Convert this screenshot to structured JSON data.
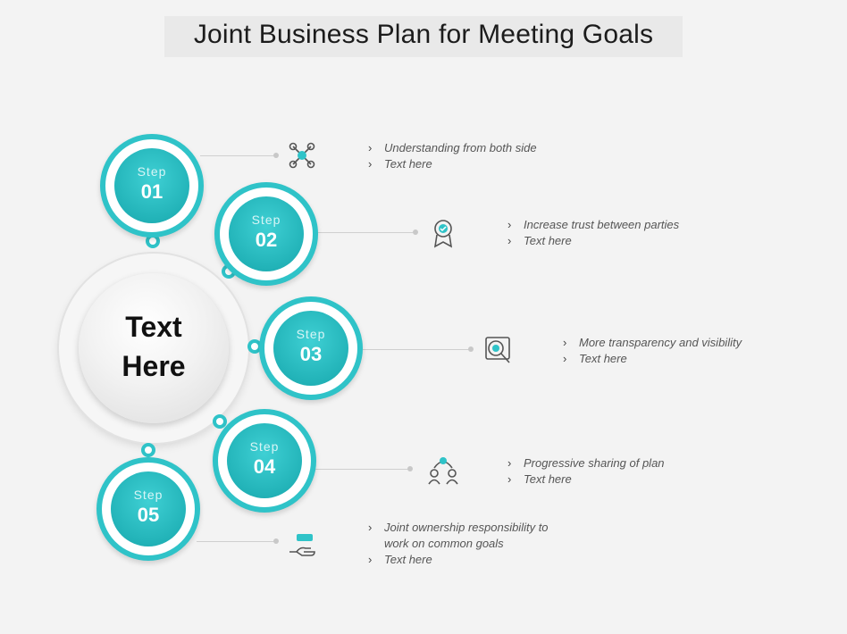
{
  "title": "Joint Business Plan for Meeting Goals",
  "center": {
    "line1": "Text",
    "line2": "Here"
  },
  "accent_color": "#2fc3c8",
  "steps": [
    {
      "label": "Step",
      "number": "01",
      "icon": "drone-icon",
      "bullets": [
        "Understanding from both side",
        "Text here"
      ]
    },
    {
      "label": "Step",
      "number": "02",
      "icon": "award-badge-icon",
      "bullets": [
        "Increase trust between  parties",
        "Text here"
      ]
    },
    {
      "label": "Step",
      "number": "03",
      "icon": "search-document-icon",
      "bullets": [
        "More transparency and visibility",
        "Text here"
      ]
    },
    {
      "label": "Step",
      "number": "04",
      "icon": "team-sharing-icon",
      "bullets": [
        "Progressive sharing of plan",
        "Text here"
      ]
    },
    {
      "label": "Step",
      "number": "05",
      "icon": "hand-offering-icon",
      "bullets": [
        "Joint ownership  responsibility to",
        "work on common goals",
        "Text here"
      ]
    }
  ]
}
